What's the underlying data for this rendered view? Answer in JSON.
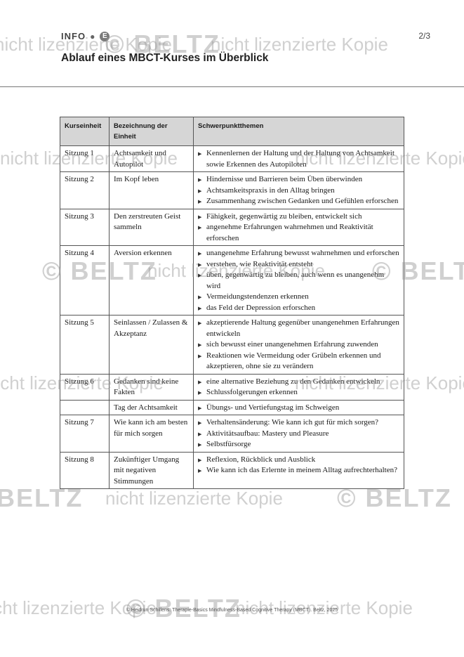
{
  "header": {
    "section_label": "INFO",
    "badge_letter": "E",
    "title": "Ablauf eines MBCT-Kurses im Überblick",
    "page_number": "2/3"
  },
  "table": {
    "columns": [
      "Kurseinheit",
      "Bezeichnung der Einheit",
      "Schwerpunktthemen"
    ],
    "rows": [
      {
        "unit": "Sitzung 1",
        "name": "Achtsamkeit und Autopilot",
        "topics": [
          "Kennenlernen der Haltung und der Haltung von Achtsamkeit sowie Erkennen des Autopiloten"
        ]
      },
      {
        "unit": "Sitzung 2",
        "name": "Im Kopf leben",
        "topics": [
          "Hindernisse und Barrieren beim Üben überwinden",
          "Achtsamkeitspraxis in den Alltag bringen",
          "Zusammenhang zwischen Gedanken und Gefühlen erforschen"
        ]
      },
      {
        "unit": "Sitzung 3",
        "name": "Den zerstreuten Geist sammeln",
        "topics": [
          "Fähigkeit, gegenwärtig zu bleiben, entwickelt sich",
          "angenehme Erfahrungen wahrnehmen und Reaktivität erforschen"
        ]
      },
      {
        "unit": "Sitzung 4",
        "name": "Aversion erkennen",
        "topics": [
          "unangenehme Erfahrung bewusst wahrnehmen und erforschen",
          "verstehen, wie Reaktivität entsteht",
          "üben, gegenwärtig zu bleiben, auch wenn es unangenehm wird",
          "Vermeidungstendenzen erkennen",
          "das Feld der Depression erforschen"
        ]
      },
      {
        "unit": "Sitzung 5",
        "name": "Seinlassen / Zulassen & Akzeptanz",
        "topics": [
          "akzeptierende Haltung gegenüber unangenehmen Erfahrungen entwickeln",
          "sich bewusst einer unangenehmen Erfahrung zuwenden",
          "Reaktionen wie Vermeidung oder Grübeln erkennen und akzeptieren, ohne sie zu verändern"
        ]
      },
      {
        "unit": "Sitzung 6",
        "name": "Gedanken sind keine Fakten",
        "topics": [
          "eine alternative Beziehung zu den Gedanken entwickeln",
          "Schlussfolgerungen erkennen"
        ]
      },
      {
        "unit": "",
        "name": "Tag der Achtsamkeit",
        "topics": [
          "Übungs- und Vertiefungstag im Schweigen"
        ]
      },
      {
        "unit": "Sitzung 7",
        "name": "Wie kann ich am besten für mich sorgen",
        "topics": [
          "Verhaltensänderung: Wie kann ich gut für mich sorgen?",
          "Aktivitätsaufbau: Mastery und Pleasure",
          "Selbstfürsorge"
        ]
      },
      {
        "unit": "Sitzung 8",
        "name": "Zukünftiger Umgang mit negativen Stimmungen",
        "topics": [
          "Reflexion, Rückblick und Ausblick",
          "Wie kann ich das Erlernte in meinem Alltag aufrechterhalten?"
        ]
      }
    ]
  },
  "footer": "© Heidrun Schillens: Therapie-Basics Mindfulness-Based Cognitive Therapy (MBCT). Beltz, 2025",
  "watermark": {
    "text": "nicht lizenzierte Kopie",
    "logo": "BELTZ",
    "copyright": "©"
  }
}
